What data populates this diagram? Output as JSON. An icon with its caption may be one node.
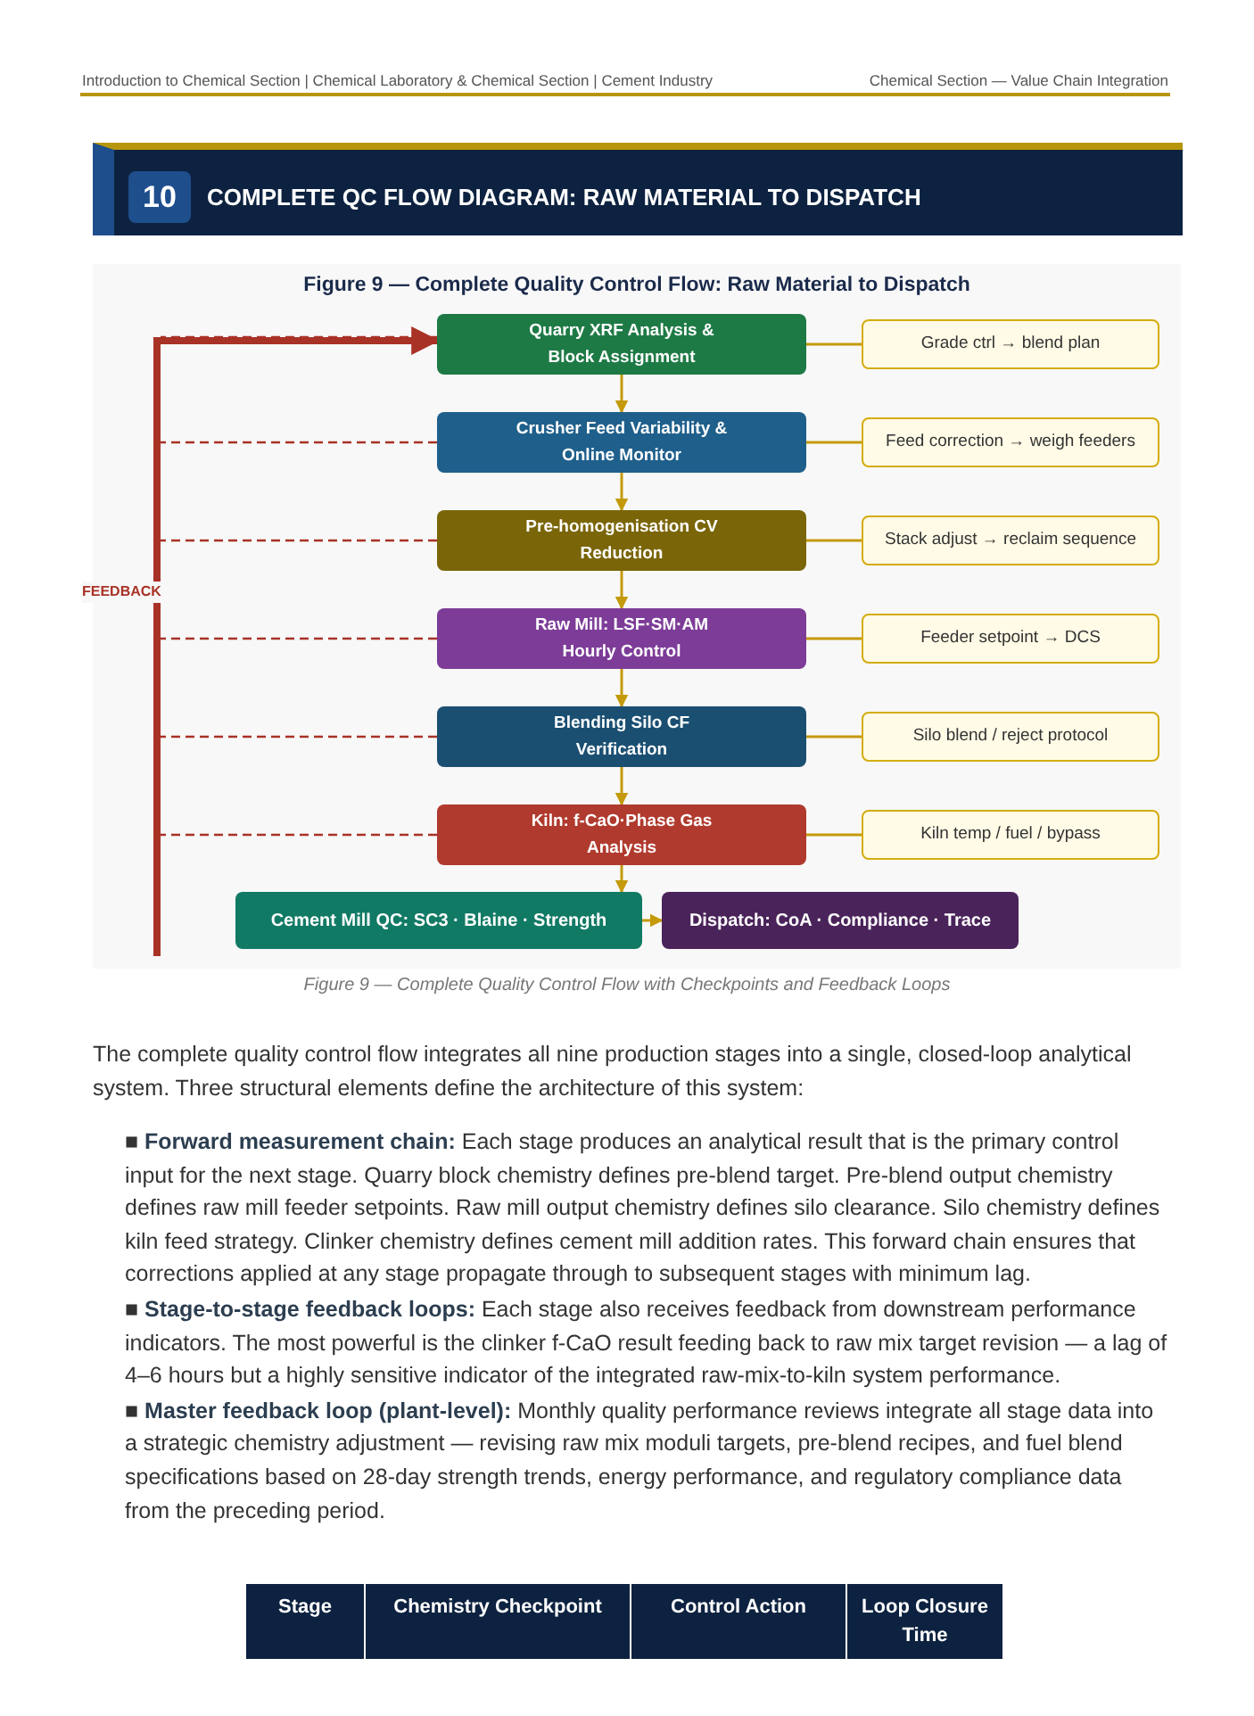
{
  "diagram": {
    "title": "Figure 9 — Complete Quality Control Flow: Raw Material to Dispatch",
    "caption": "Figure 9 — Complete Quality Control Flow with Checkpoints and Feedback Loops",
    "nodes": [
      {
        "text": [
          "Quarry XRF Analysis & Block Assignment"
        ]
      },
      {
        "text": [
          "Grade ctrl → blend plan"
        ]
      },
      {
        "text": [
          "Crusher Feed Variability & Online Monitor"
        ]
      },
      {
        "text": [
          "Feed correction → weigh feeders"
        ]
      },
      {
        "text": [
          "Pre-homogenisation CV Reduction"
        ]
      },
      {
        "text": [
          "Stack adjust → reclaim sequence"
        ]
      },
      {
        "text": [
          "Raw Mill: LSF·SM·AM Hourly Control"
        ]
      },
      {
        "text": [
          "Feeder setpoint → DCS"
        ]
      },
      {
        "text": [
          "Blending Silo CF Verification"
        ]
      },
      {
        "text": [
          "Silo blend / reject protocol"
        ]
      },
      {
        "text": [
          "Kiln: f-CaO·Phase Gas Analysis"
        ]
      },
      {
        "text": [
          "Kiln temp / fuel / bypass"
        ]
      },
      {
        "text": [
          "Cement Mill QC: SC3 · Blaine · Strength"
        ]
      },
      {
        "text": [
          "Dispatch: CoA · Compliance · Trace"
        ]
      }
    ],
    "edges": [
      {
        "from": 0,
        "to": 2,
        "arrow": "to"
      },
      {
        "from": 2,
        "to": 4,
        "arrow": "to"
      },
      {
        "from": 4,
        "to": 6,
        "arrow": "to"
      },
      {
        "from": 6,
        "to": 8,
        "arrow": "to"
      },
      {
        "from": 8,
        "to": 10,
        "arrow": "to"
      },
      {
        "from": 10,
        "to": 12,
        "arrow": "to"
      },
      {
        "from": 12,
        "to": 13,
        "arrow": "to"
      },
      {
        "from": 0,
        "to": 1,
        "arrow": "none"
      },
      {
        "from": 2,
        "to": 3,
        "arrow": "none"
      },
      {
        "from": 4,
        "to": 5,
        "arrow": "none"
      },
      {
        "from": 6,
        "to": 7,
        "arrow": "none"
      },
      {
        "from": 8,
        "to": 9,
        "arrow": "none"
      },
      {
        "from": 10,
        "to": 11,
        "arrow": "none"
      },
      {
        "from": null,
        "to": 0,
        "arrow": "to",
        "style": "thick",
        "color": "#a93226"
      },
      {
        "from": 0,
        "to": null,
        "arrow": "none",
        "style": "dashed",
        "color": "#a93226"
      },
      {
        "from": 2,
        "to": null,
        "arrow": "none",
        "style": "dashed",
        "color": "#a93226"
      },
      {
        "from": 4,
        "to": null,
        "arrow": "none",
        "style": "dashed",
        "color": "#a93226"
      },
      {
        "from": 6,
        "to": null,
        "arrow": "none",
        "style": "dashed",
        "color": "#a93226"
      },
      {
        "from": 8,
        "to": null,
        "arrow": "none",
        "style": "dashed",
        "color": "#a93226"
      },
      {
        "from": 10,
        "to": null,
        "arrow": "none",
        "style": "dashed",
        "color": "#a93226"
      }
    ],
    "labels": [
      "Introduction to Chemical Section | Chemical Laboratory & Chemical Section | Cement Industry",
      "Chemical Section — Value Chain Integration",
      "10",
      "COMPLETE QC FLOW DIAGRAM: RAW MATERIAL TO DISPATCH",
      "FEEDBACK",
      "The complete quality control flow integrates all nine production stages into a single, closed-loop analytical system. Three structural elements define the architecture of this system:",
      "■ **Forward measurement chain:** Each stage produces an analytical result that is the primary control input for the next stage. Quarry block chemistry defines pre-blend target. Pre-blend output chemistry defines raw mill feeder setpoints. Raw mill output chemistry defines silo clearance. Silo chemistry defines kiln feed strategy. Clinker chemistry defines cement mill addition rates. This forward chain ensures that corrections applied at any stage propagate through to subsequent stages with minimum lag.",
      "■ **Stage-to-stage feedback loops:** Each stage also receives feedback from downstream performance indicators. The most powerful is the clinker f-CaO result feeding back to raw mix target revision — a lag of 4–6 hours but a highly sensitive indicator of the integrated raw-mix-to-kiln system performance.",
      "■ **Master feedback loop (plant-level):** Monthly quality performance reviews integrate all stage data into a strategic chemistry adjustment — revising raw mix moduli targets, pre-blend recipes, and fuel blend specifications based on 28-day strength trends, energy performance, and regulatory compliance data from the preceding period.",
      "Stage",
      "Chemistry Checkpoint",
      "Control Action",
      "Loop Closure Time"
    ]
  }
}
